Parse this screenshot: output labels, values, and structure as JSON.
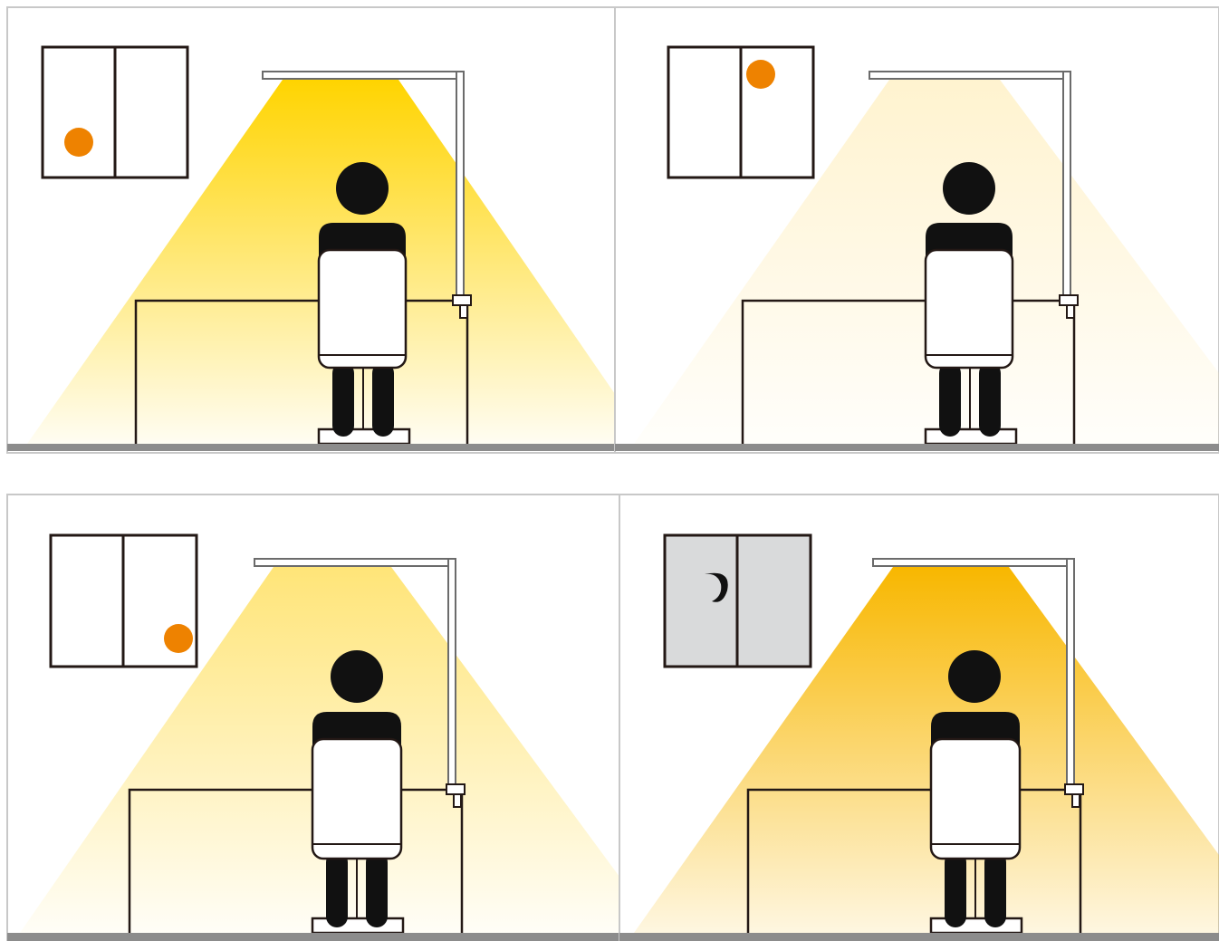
{
  "figure": {
    "panel_count": 4,
    "colors": {
      "background": "#ffffff",
      "frame": "#c8c8c8",
      "floor": "#8c8c8c",
      "outline": "#231815",
      "sun": "#ee8200",
      "night_window": "#d9dadb",
      "lamp_frame": "#6b6b6b"
    },
    "panels": [
      {
        "id": "morning",
        "sky": "day",
        "celestial": "sun",
        "sun_position": "lower-left",
        "lamp_intensity": 1.0,
        "light_color": "#ffd400"
      },
      {
        "id": "midday",
        "sky": "day",
        "celestial": "sun",
        "sun_position": "top-right",
        "lamp_intensity": 0.25,
        "light_color": "#ffe9a8"
      },
      {
        "id": "afternoon",
        "sky": "day",
        "celestial": "sun",
        "sun_position": "lower-right",
        "lamp_intensity": 0.7,
        "light_color": "#ffe060"
      },
      {
        "id": "night",
        "sky": "night",
        "celestial": "moon",
        "moon_position": "upper-left",
        "lamp_intensity": 1.0,
        "light_color": "#f8b700"
      }
    ]
  }
}
